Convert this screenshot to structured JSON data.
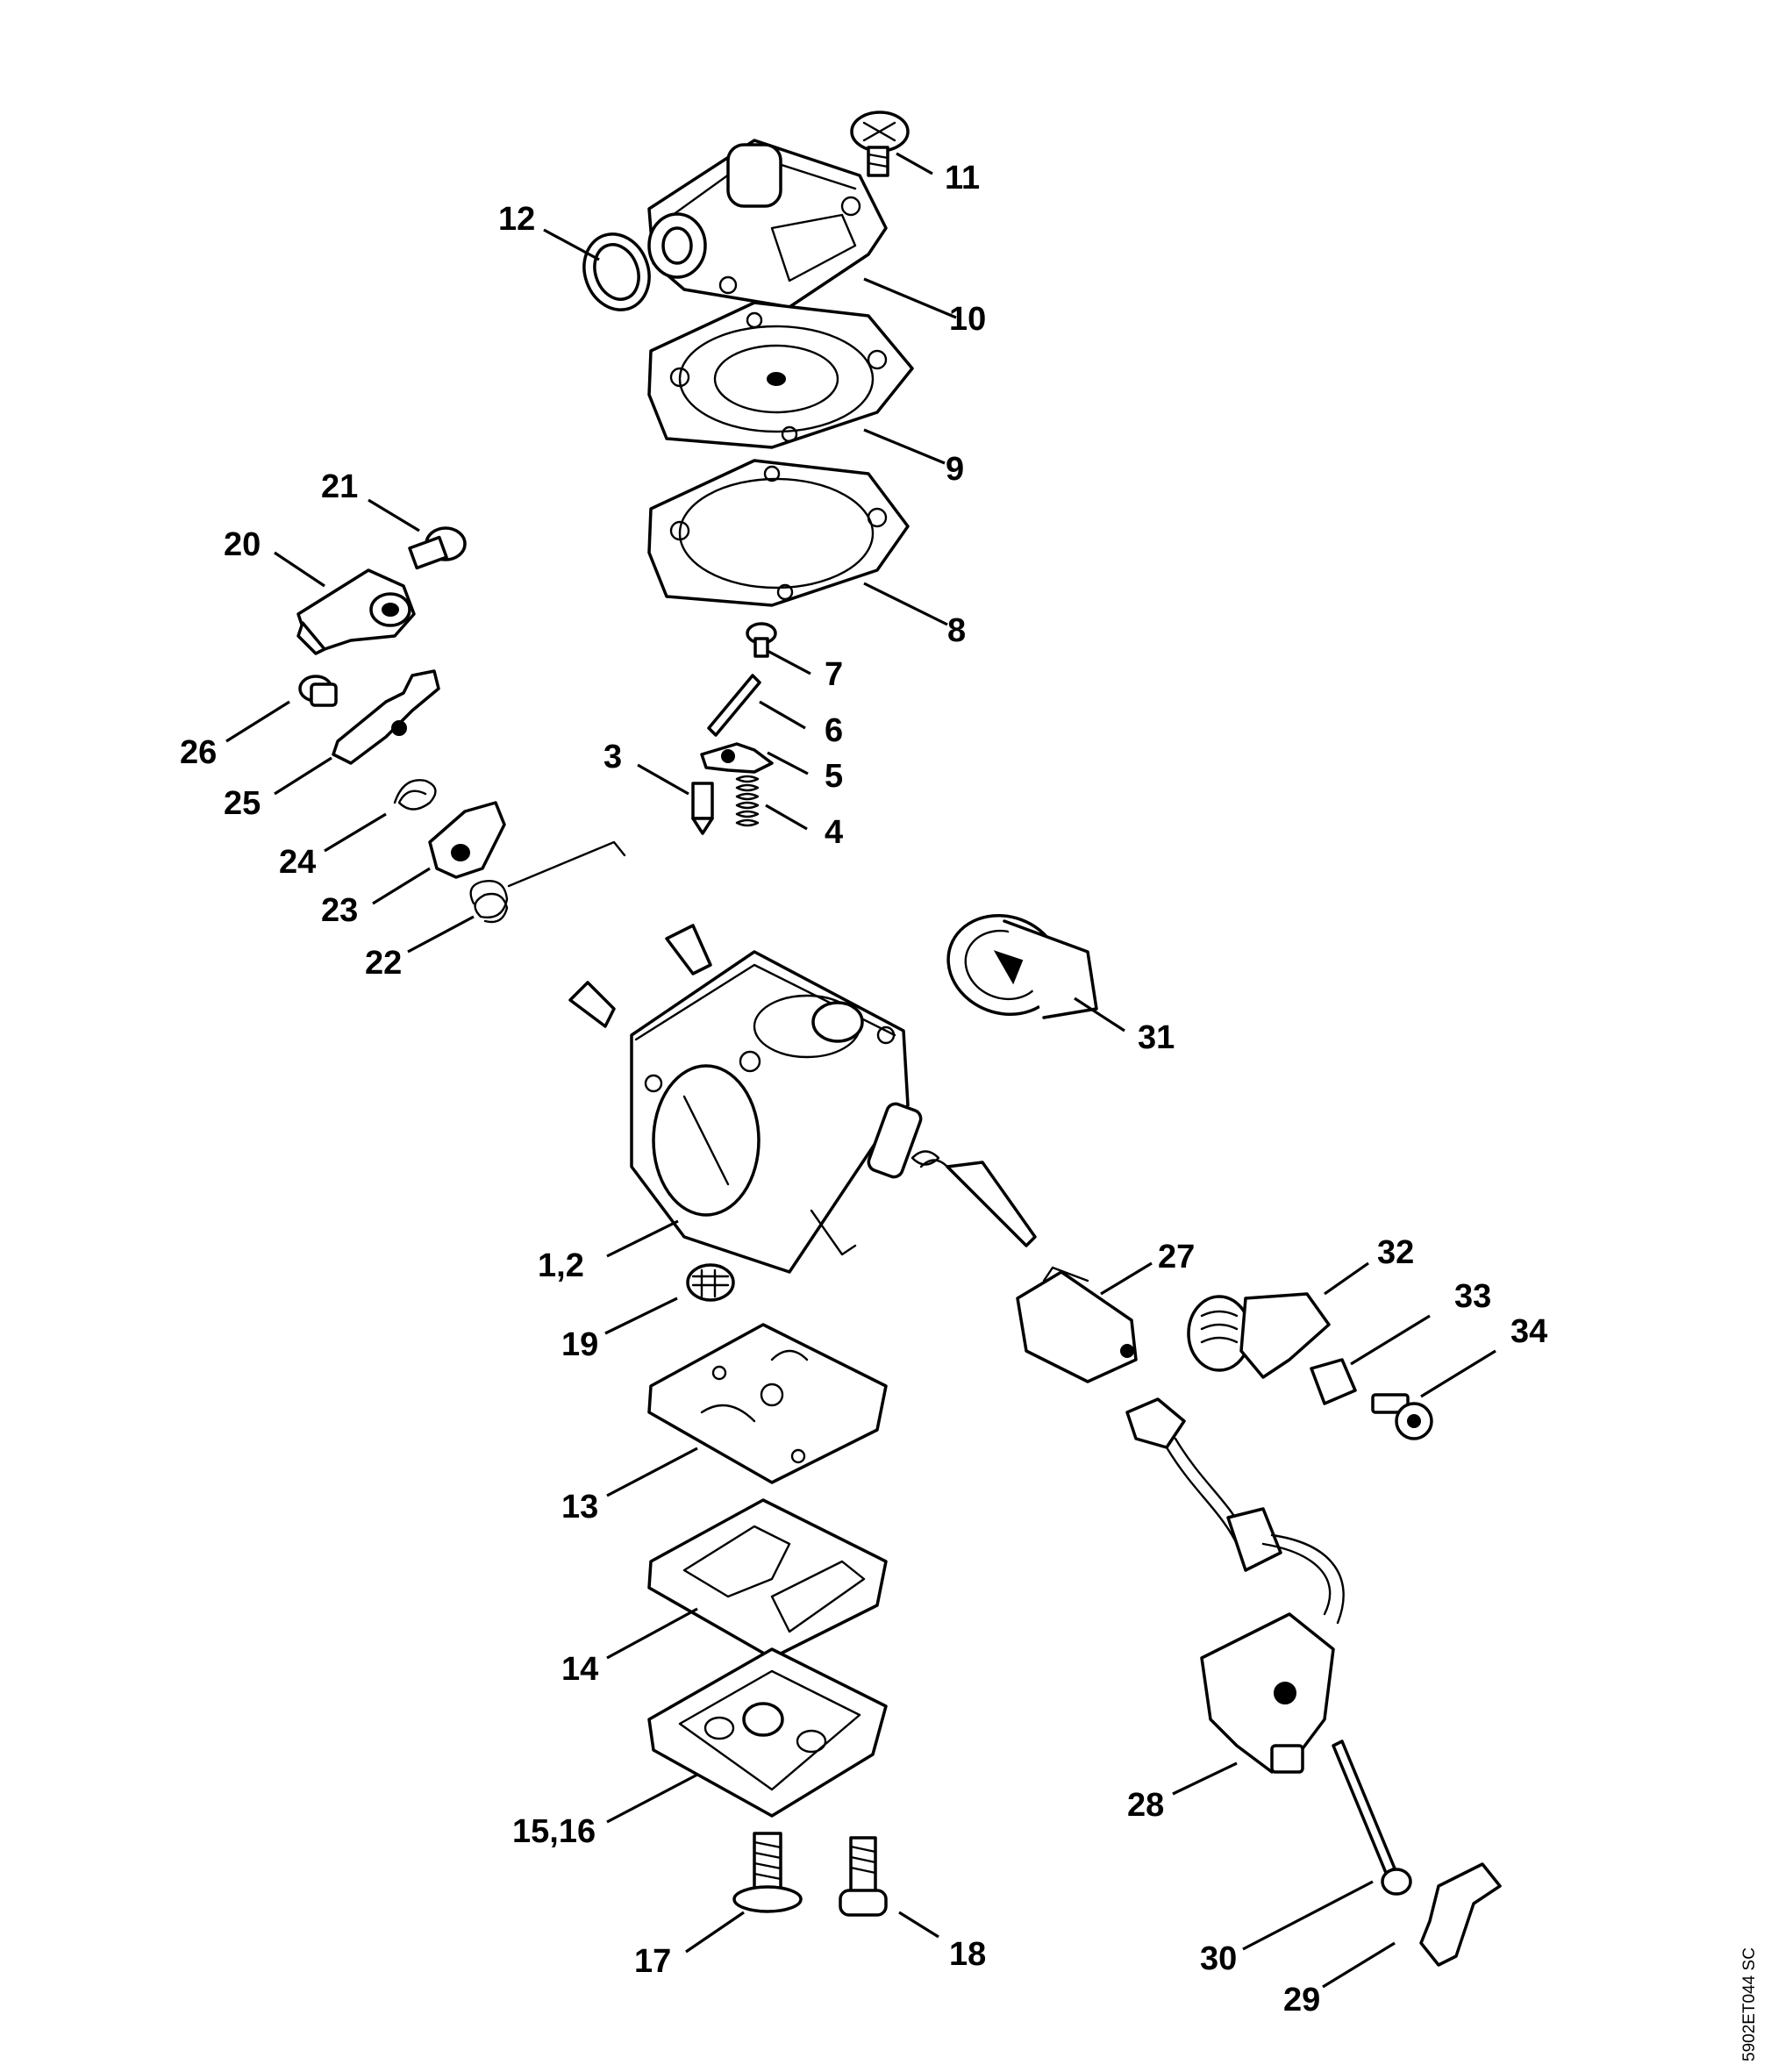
{
  "diagram": {
    "document_code": "5902ET044 SC",
    "callouts": [
      {
        "id": "c11",
        "label": "11"
      },
      {
        "id": "c12",
        "label": "12"
      },
      {
        "id": "c10",
        "label": "10"
      },
      {
        "id": "c9",
        "label": "9"
      },
      {
        "id": "c8",
        "label": "8"
      },
      {
        "id": "c7",
        "label": "7"
      },
      {
        "id": "c6",
        "label": "6"
      },
      {
        "id": "c5",
        "label": "5"
      },
      {
        "id": "c3",
        "label": "3"
      },
      {
        "id": "c4",
        "label": "4"
      },
      {
        "id": "c21",
        "label": "21"
      },
      {
        "id": "c20",
        "label": "20"
      },
      {
        "id": "c26",
        "label": "26"
      },
      {
        "id": "c25",
        "label": "25"
      },
      {
        "id": "c24",
        "label": "24"
      },
      {
        "id": "c23",
        "label": "23"
      },
      {
        "id": "c22",
        "label": "22"
      },
      {
        "id": "c31",
        "label": "31"
      },
      {
        "id": "c1_2",
        "label": "1,2"
      },
      {
        "id": "c27",
        "label": "27"
      },
      {
        "id": "c32",
        "label": "32"
      },
      {
        "id": "c33",
        "label": "33"
      },
      {
        "id": "c34",
        "label": "34"
      },
      {
        "id": "c19",
        "label": "19"
      },
      {
        "id": "c13",
        "label": "13"
      },
      {
        "id": "c14",
        "label": "14"
      },
      {
        "id": "c15_16",
        "label": "15,16"
      },
      {
        "id": "c28",
        "label": "28"
      },
      {
        "id": "c30",
        "label": "30"
      },
      {
        "id": "c17",
        "label": "17"
      },
      {
        "id": "c18",
        "label": "18"
      },
      {
        "id": "c29",
        "label": "29"
      }
    ]
  }
}
